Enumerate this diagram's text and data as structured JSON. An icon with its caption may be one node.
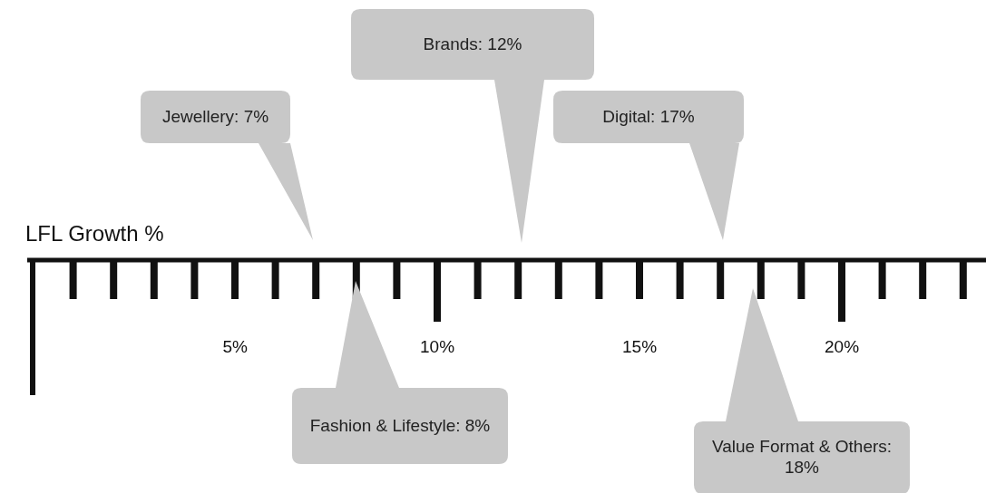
{
  "diagram": {
    "nodes": [
      {
        "text": [
          "Brands: 12%"
        ]
      },
      {
        "text": [
          "Jewellery: 7%"
        ]
      },
      {
        "text": [
          "Digital: 17%"
        ]
      },
      {
        "text": [
          "Fashion & Lifestyle: 8%"
        ]
      },
      {
        "text": [
          "Value Format & Others: 18%"
        ]
      }
    ],
    "labels": [
      "LFL Growth %",
      "5%",
      "10%",
      "15%",
      "20%"
    ]
  }
}
